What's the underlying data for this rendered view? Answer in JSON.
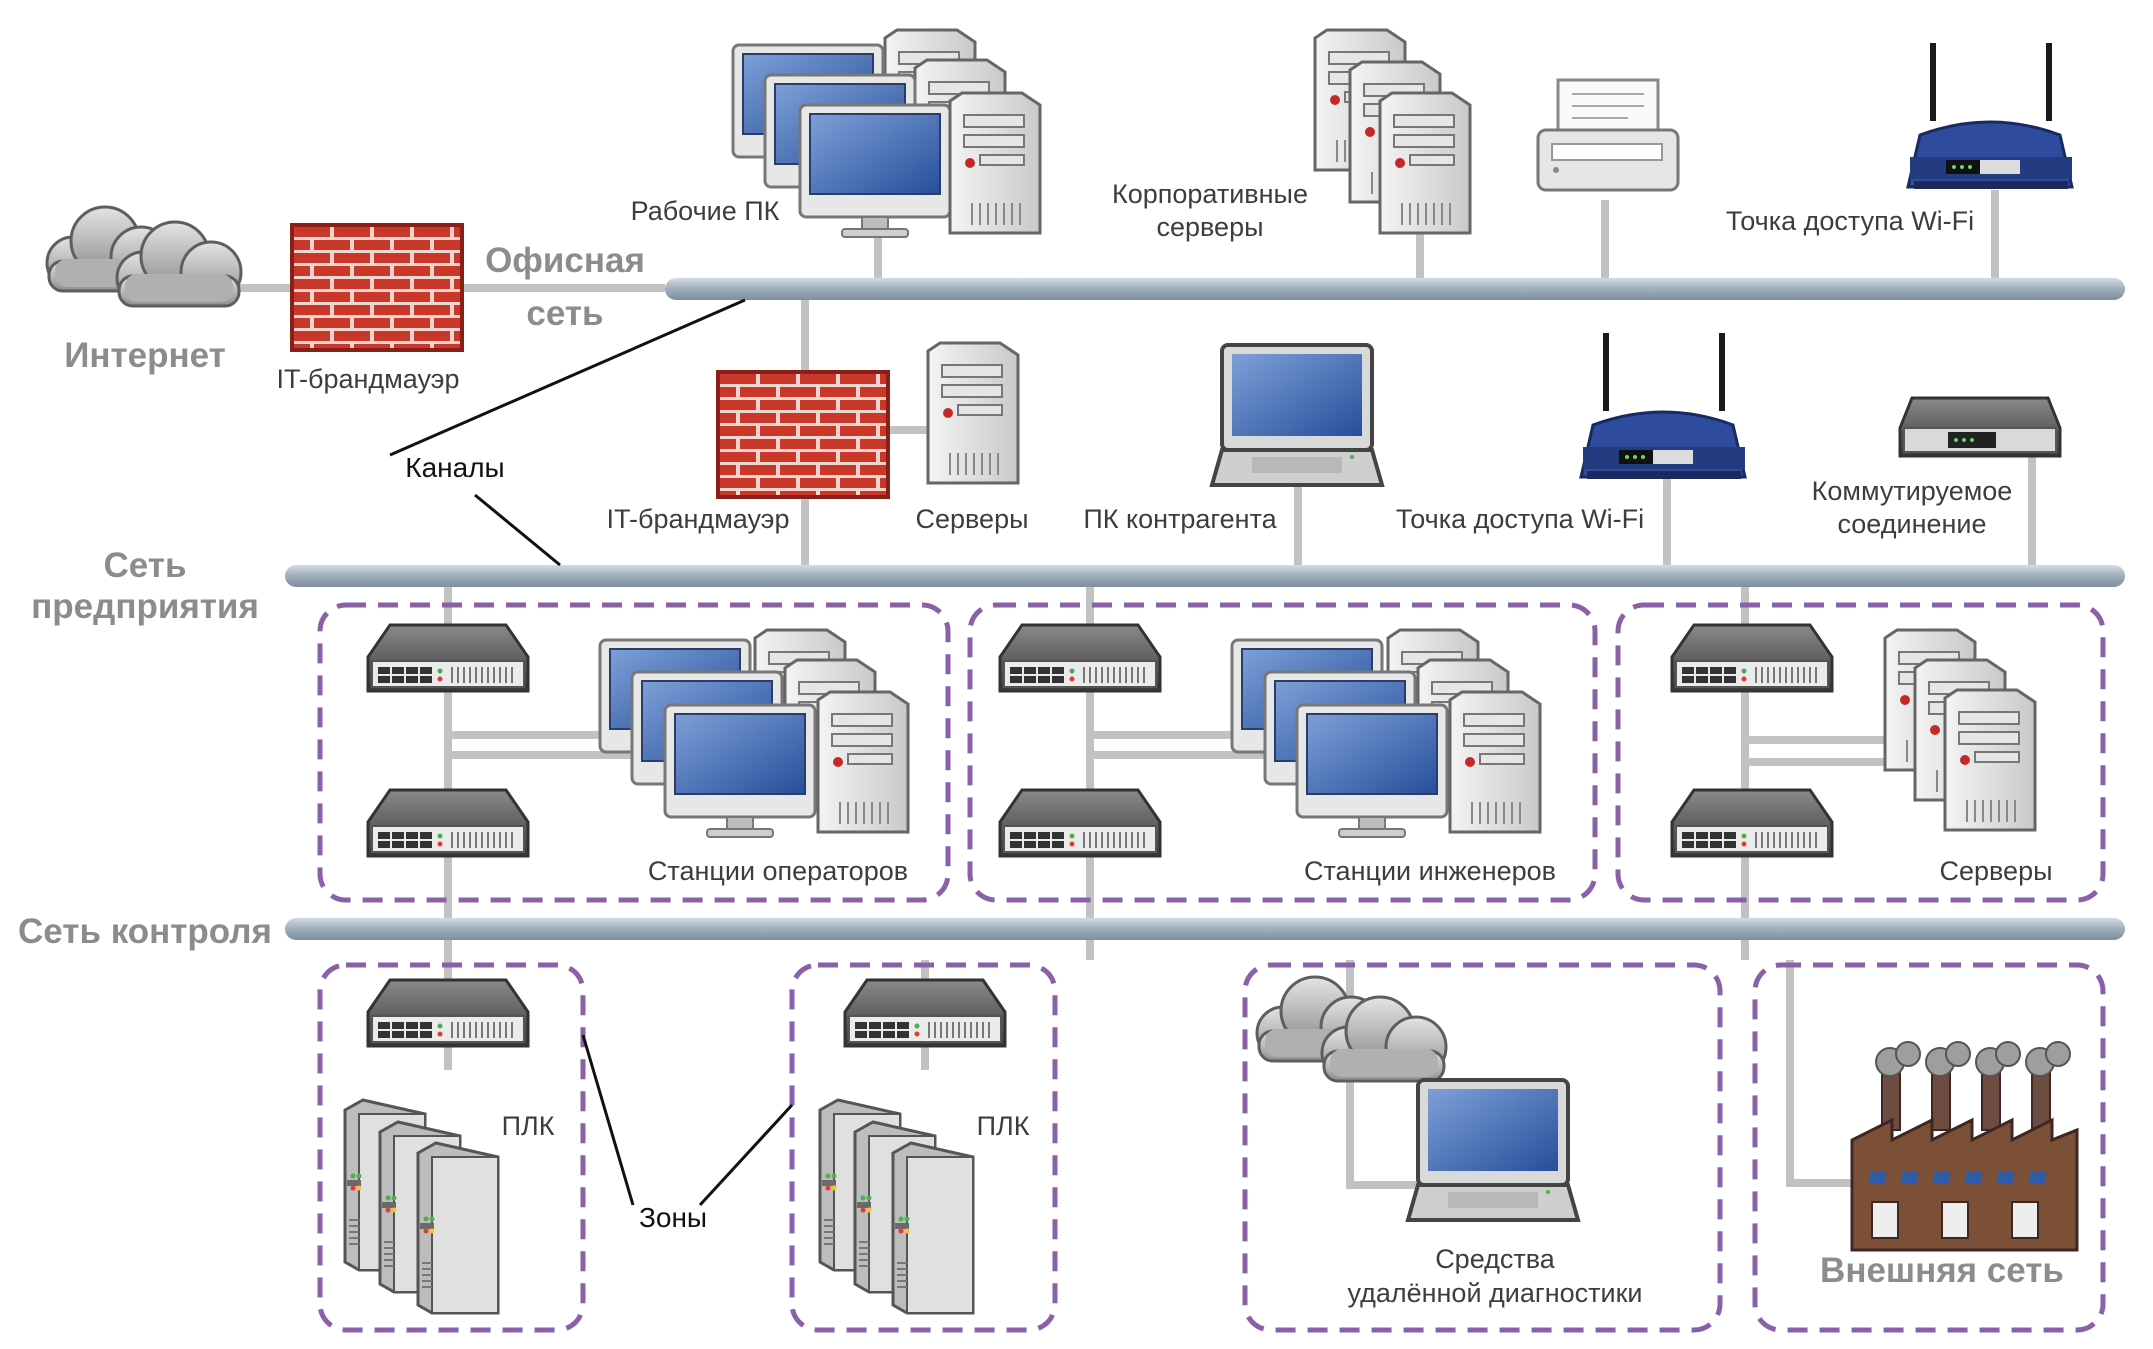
{
  "colors": {
    "zone_border": "#8a60a8",
    "bus": "#a6b3c1",
    "connector": "#c2c2c2",
    "big_label": "#8c8c8c",
    "firewall_brick": "#c9362a"
  },
  "networks": {
    "internet": "Интернет",
    "office_l1": "Офисная",
    "office_l2": "сеть",
    "enterprise_l1": "Сеть",
    "enterprise_l2": "предприятия",
    "control": "Сеть контроля",
    "external": "Внешняя сеть"
  },
  "office": {
    "firewall": "IT-брандмауэр",
    "workstations": "Рабочие ПК",
    "corp_servers_l1": "Корпоративные",
    "corp_servers_l2": "серверы",
    "wifi": "Точка доступа Wi-Fi"
  },
  "enterprise": {
    "firewall": "IT-брандмауэр",
    "servers": "Серверы",
    "contractor_pc": "ПК контрагента",
    "wifi": "Точка доступа Wi-Fi",
    "dialup_l1": "Коммутируемое",
    "dialup_l2": "соединение"
  },
  "zones": {
    "operators": "Станции операторов",
    "engineers": "Станции инженеров",
    "servers": "Серверы",
    "plc_1": "ПЛК",
    "plc_2": "ПЛК",
    "diag_l1": "Средства",
    "diag_l2": "удалённой диагностики"
  },
  "callouts": {
    "channels": "Каналы",
    "zones": "Зоны"
  },
  "icons": [
    "cloud-icon",
    "firewall-icon",
    "desktop-pc-icon",
    "server-tower-icon",
    "printer-icon",
    "wifi-router-icon",
    "laptop-icon",
    "modem-icon",
    "network-switch-icon",
    "plc-icon",
    "factory-icon"
  ]
}
